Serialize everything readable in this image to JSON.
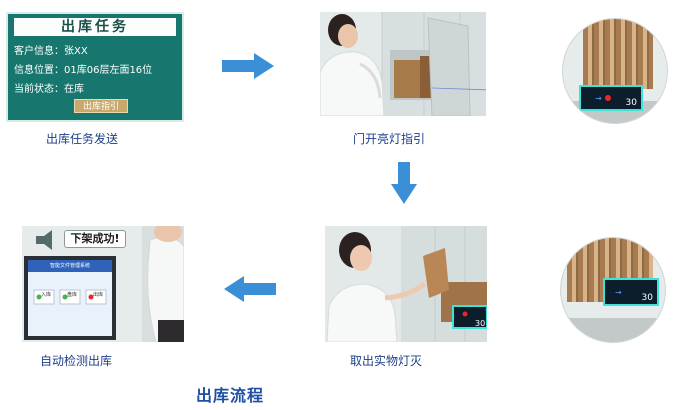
{
  "task_card": {
    "title": "出库任务",
    "rows": [
      {
        "label": "客户信息：",
        "value": "张XX"
      },
      {
        "label": "信息位置：",
        "value": "01库06层左面16位"
      },
      {
        "label": "当前状态：",
        "value": "在库"
      }
    ],
    "button_label": "出库指引"
  },
  "steps": [
    {
      "caption": "出库任务发送"
    },
    {
      "caption": "门开亮灯指引"
    },
    {
      "caption": "取出实物灯灭"
    },
    {
      "caption": "自动检测出库"
    }
  ],
  "tags": {
    "upper_number": "30",
    "lower_number": "30"
  },
  "success": {
    "bubble_text": "下架成功!",
    "screen_title": "智能文件管理系统",
    "screen_buttons": [
      "入库",
      "盘库",
      "出库"
    ]
  },
  "footer_title": "出库流程",
  "colors": {
    "arrow": "#3a8fd6",
    "caption": "#1f3f8a",
    "panel_teal": "#17766e",
    "tag_border": "#3fe2d6",
    "led_red": "#e8262c"
  }
}
